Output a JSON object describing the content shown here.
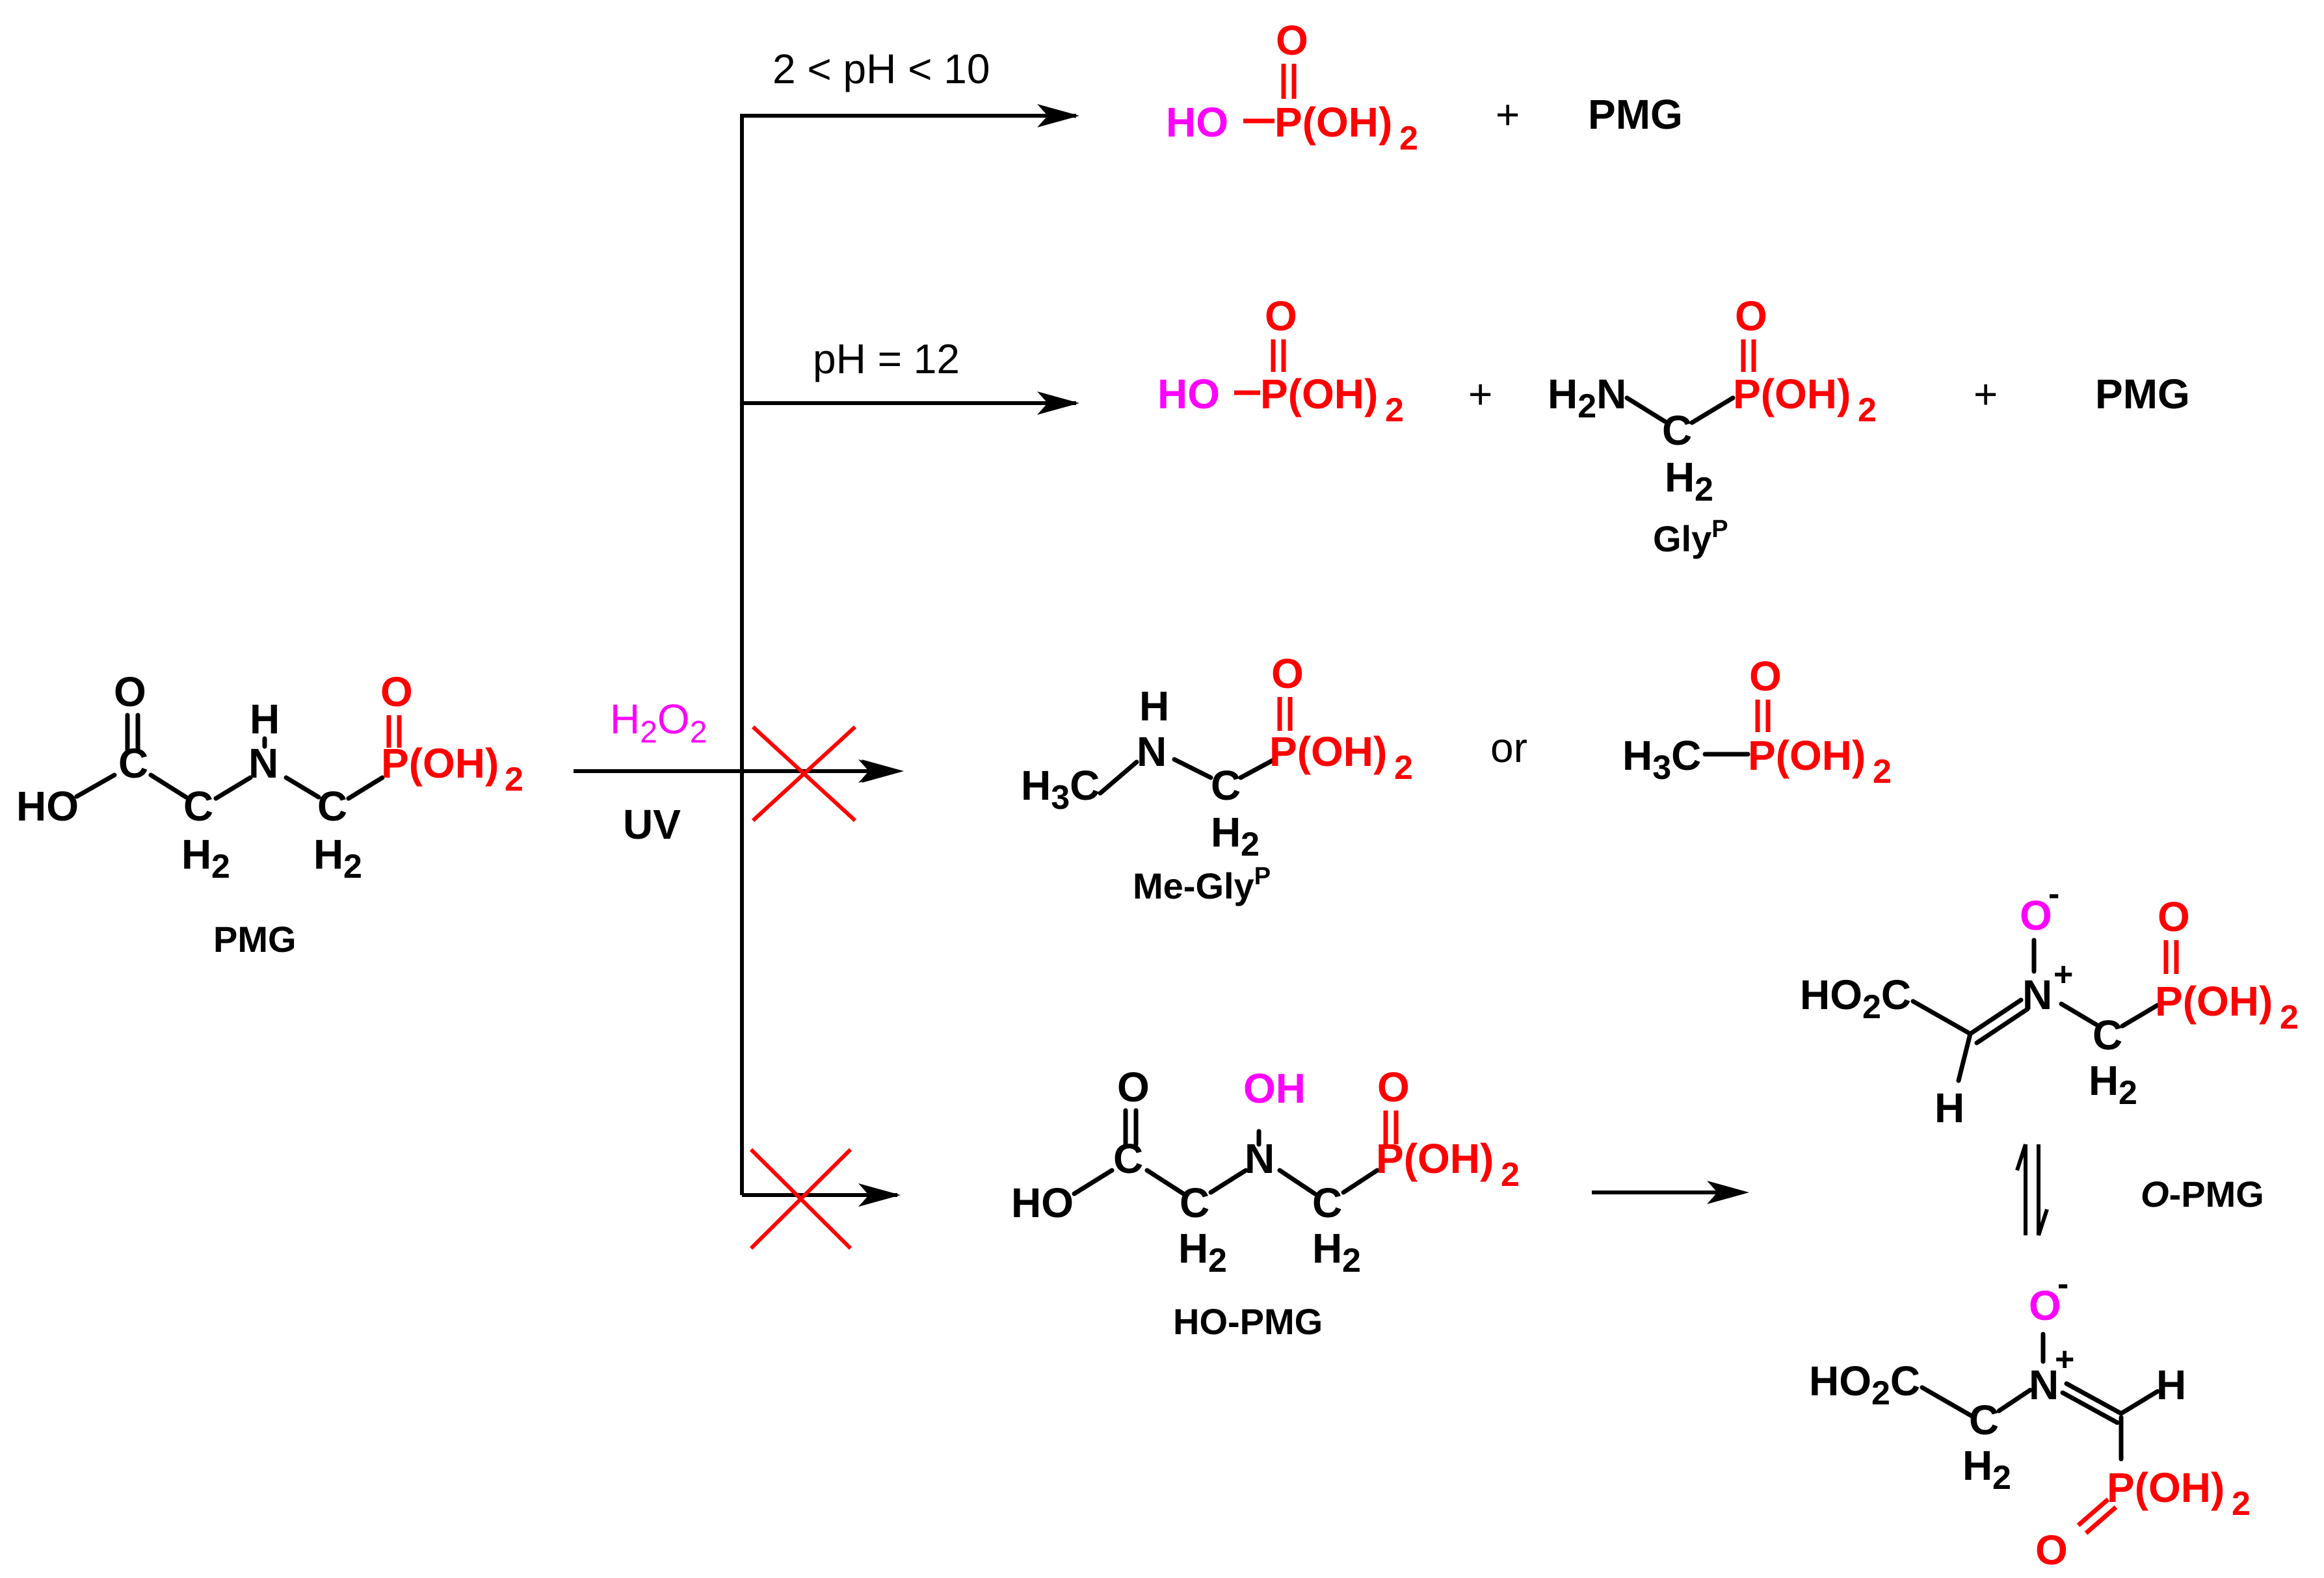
{
  "colors": {
    "black": "#000000",
    "phosphonate": "#ff0000",
    "oxidant": "#ff00ff",
    "cross": "#ff0000"
  },
  "reagents": {
    "oxidant": "H2O2",
    "light": "UV"
  },
  "conditions": {
    "branch1": "2 < pH < 10",
    "branch2": "pH = 12"
  },
  "labels": {
    "pmg": "PMG",
    "gly_p": "GlyP",
    "me_gly_p": "Me-GlyP",
    "ho_pmg": "HO-PMG",
    "o_pmg": "O-PMG",
    "plus": "+",
    "or": "or"
  },
  "atoms": {
    "O": "O",
    "H": "H",
    "HO": "HO",
    "N": "N",
    "C": "C",
    "OH": "HO",
    "P_OH2": "P(OH)",
    "sub2": "2",
    "H2N": "H",
    "H3C": "H",
    "HO2C": "HO",
    "minus": "-",
    "plus_charge": "+",
    "oh_group": "OH"
  }
}
